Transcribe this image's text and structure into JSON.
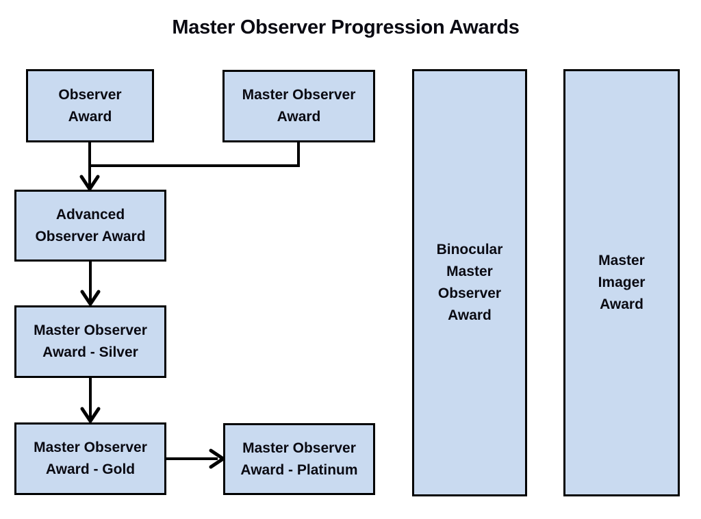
{
  "title": "Master Observer Progression Awards",
  "boxes": {
    "observer": {
      "label": "Observer\nAward"
    },
    "master_observer": {
      "label": "Master Observer\nAward"
    },
    "advanced_observer": {
      "label": "Advanced\nObserver Award"
    },
    "master_observer_silver": {
      "label": "Master Observer\nAward - Silver"
    },
    "master_observer_gold": {
      "label": "Master Observer\nAward - Gold"
    },
    "master_observer_platinum": {
      "label": "Master Observer\nAward - Platinum"
    },
    "binocular_master_observer": {
      "label": "Binocular\nMaster\nObserver\nAward"
    },
    "master_imager": {
      "label": "Master\nImager\nAward"
    }
  },
  "colors": {
    "box-fill": "#c9daf0",
    "box-border": "#000000",
    "connector": "#000000",
    "text": "#0a0a12",
    "background": "#ffffff"
  }
}
